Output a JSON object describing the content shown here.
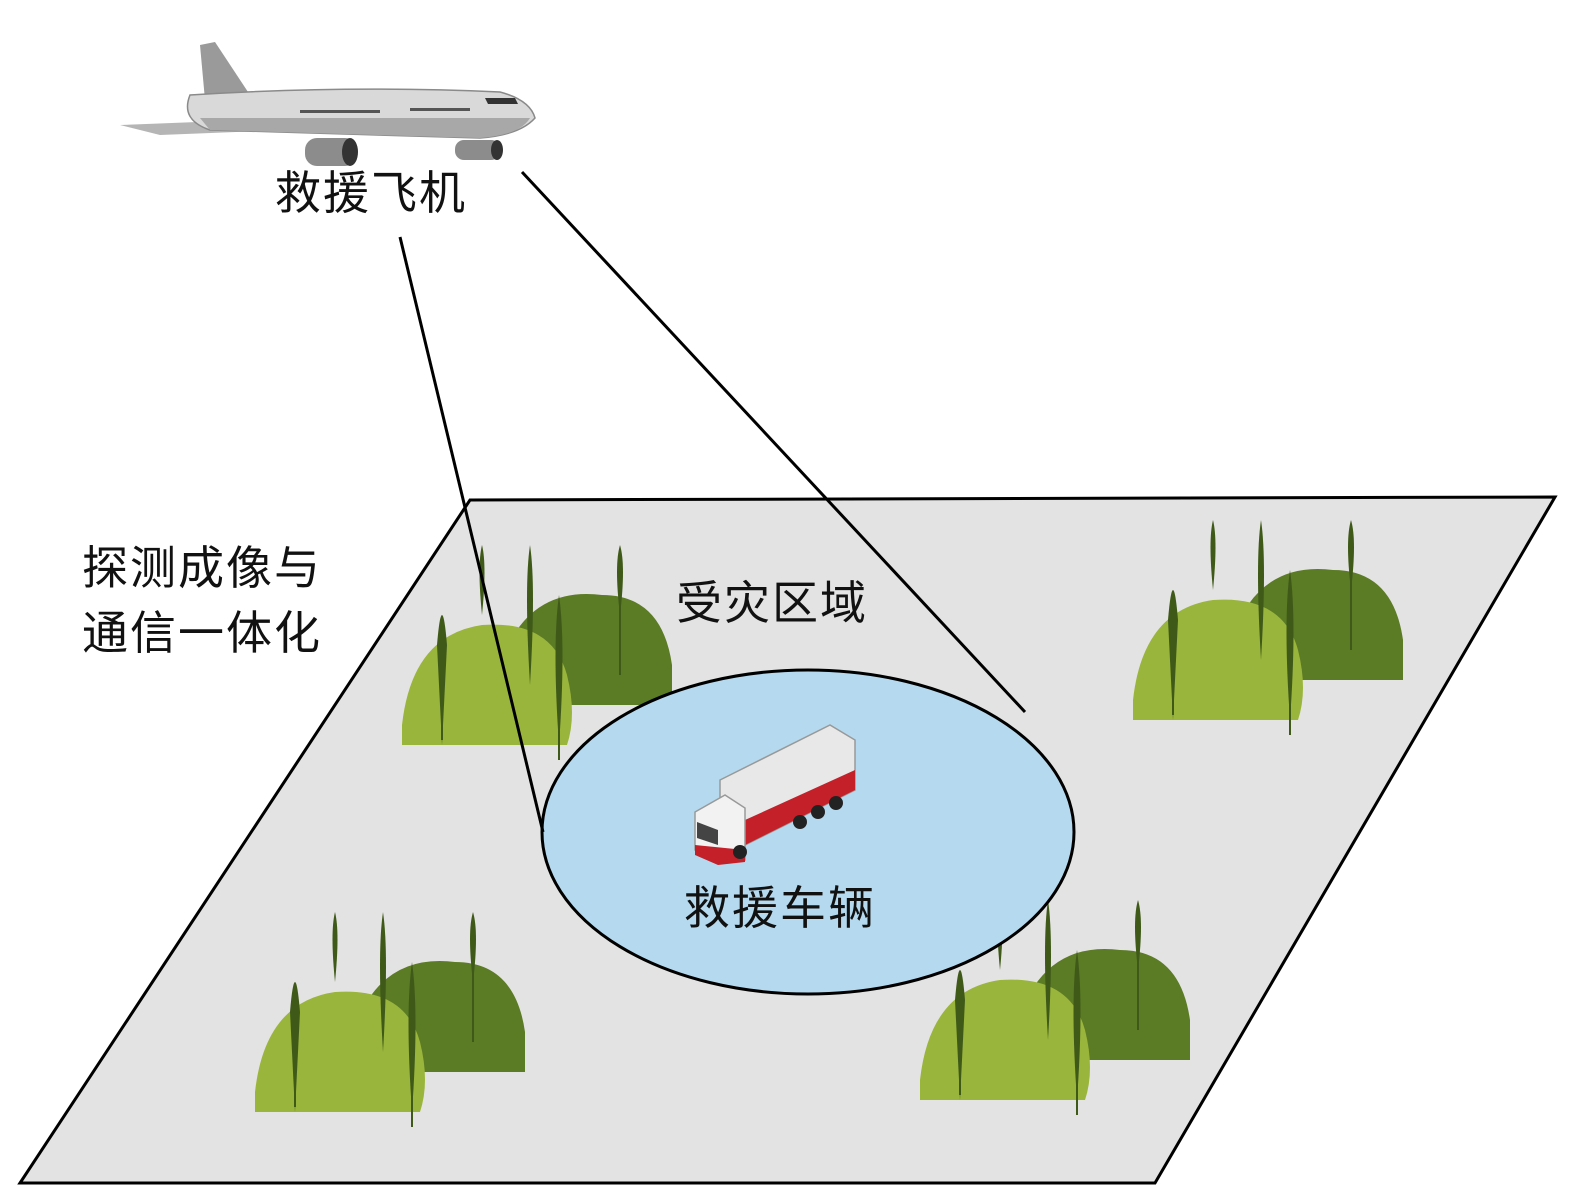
{
  "labels": {
    "aircraft": "救援飞机",
    "integration_line1": "探测成像与",
    "integration_line2": "通信一体化",
    "disaster_area": "受灾区域",
    "vehicle": "救援车辆"
  },
  "colors": {
    "ground": "#e3e3e3",
    "disaster_area": "#b5daef",
    "hill_dark": "#5b7b25",
    "hill_light": "#9ab53b",
    "truck_red": "#c3202a"
  }
}
